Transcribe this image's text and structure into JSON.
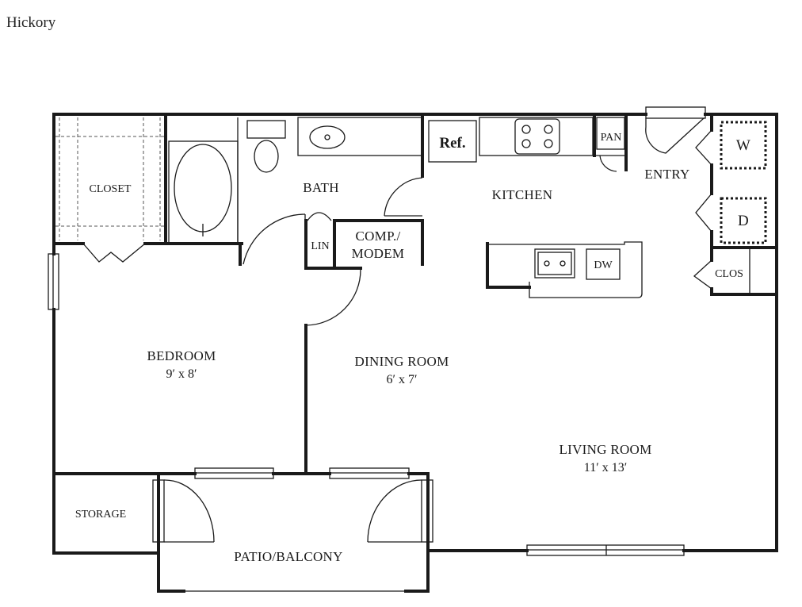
{
  "plan_name": "Hickory",
  "rooms": {
    "closet": "CLOSET",
    "bath": "BATH",
    "lin": "LIN",
    "comp_line1": "COMP./",
    "comp_line2": "MODEM",
    "kitchen": "KITCHEN",
    "ref": "Ref.",
    "pan": "PAN",
    "entry": "ENTRY",
    "washer": "W",
    "dryer": "D",
    "clos": "CLOS",
    "dw": "DW",
    "bedroom": "BEDROOM",
    "bedroom_dim": "9′ x 8′",
    "dining": "DINING ROOM",
    "dining_dim": "6′ x 7′",
    "living": "LIVING ROOM",
    "living_dim": "11′ x 13′",
    "storage": "STORAGE",
    "patio": "PATIO/BALCONY"
  }
}
